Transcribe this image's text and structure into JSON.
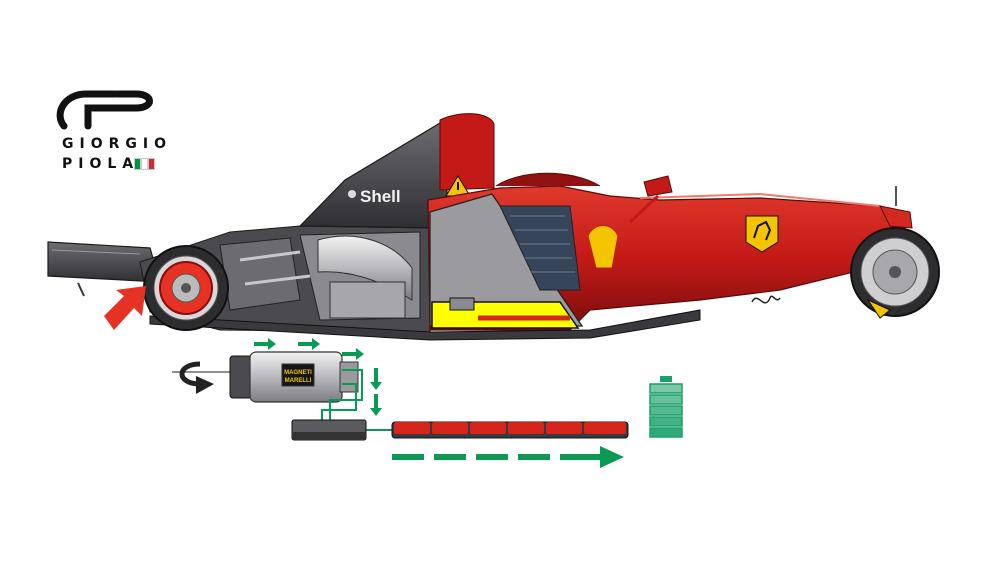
{
  "logo": {
    "line1": "GIORGIO",
    "line2": "PIOLA",
    "flag_colors": [
      "#009246",
      "#ffffff",
      "#ce2b37"
    ]
  },
  "car": {
    "sponsor_text": "Shell",
    "body_color": "#c41a17",
    "badge": "prancing-horse-icon"
  },
  "motor": {
    "label_line1": "MAGNETI",
    "label_line2": "MARELLI"
  },
  "colors": {
    "flow_arrow": "#0a9a54",
    "battery_cell": "#d6251c",
    "callout_arrow": "#e53222",
    "gauge_fill": "#1aa068",
    "highlight_yellow": "#ffff00"
  },
  "battery_gauge": {
    "filled_cells": 5,
    "total_cells": 5
  }
}
